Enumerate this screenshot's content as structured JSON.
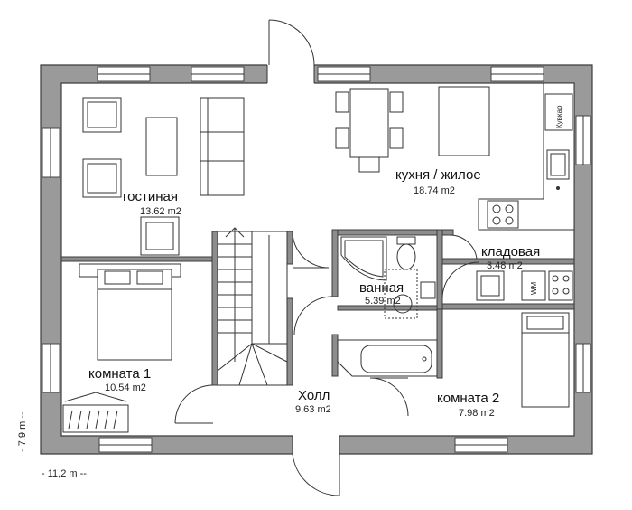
{
  "rooms": {
    "living": {
      "name": "гостиная",
      "area": "13.62 m2"
    },
    "kitchen": {
      "name": "кухня / жилое",
      "area": "18.74 m2"
    },
    "pantry": {
      "name": "кладовая",
      "area": "3.48 m2"
    },
    "bathroom": {
      "name": "ванная",
      "area": "5.39 m2"
    },
    "bedroom1": {
      "name": "комната 1",
      "area": "10.54 m2"
    },
    "hall": {
      "name": "Холл",
      "area": "9.63 m2"
    },
    "bedroom2": {
      "name": "комната 2",
      "area": "7.98 m2"
    }
  },
  "dimensions": {
    "width": "- 11,2 m --",
    "height": "- 7,9 m --"
  },
  "appliances": {
    "boiler": "Кувкар",
    "washer": "WM"
  }
}
